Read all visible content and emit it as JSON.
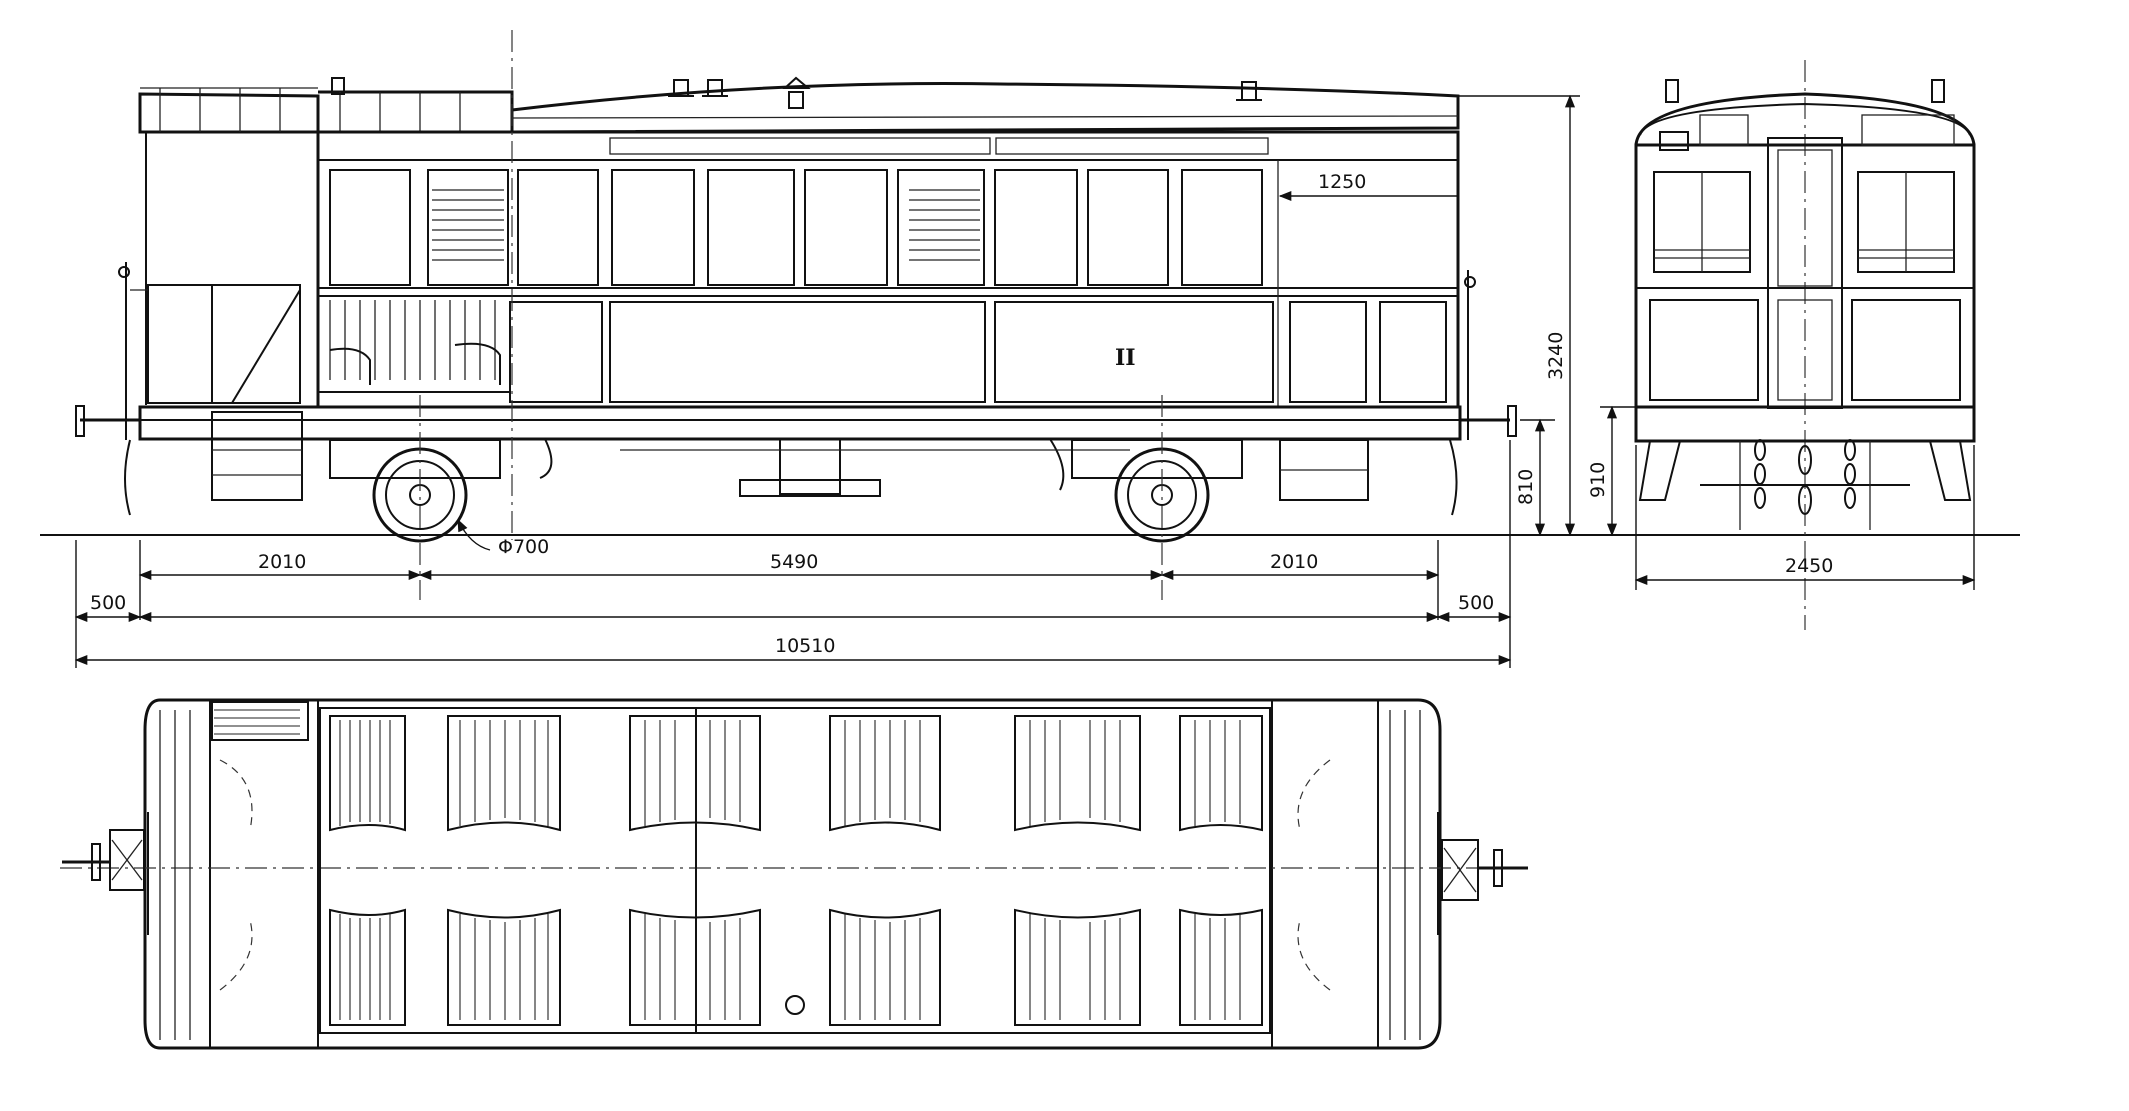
{
  "side_view": {
    "class_mark": "II",
    "dim_length_total": "10510",
    "dim_wheelbase": "5490",
    "dim_left_axle": "2010",
    "dim_right_axle": "2010",
    "dim_left_overhang": "500",
    "dim_right_overhang": "500",
    "dim_wheel_diameter": "Φ700",
    "dim_roof_overhang": "1250",
    "dim_height_total": "3240",
    "dim_buffer_height": "810"
  },
  "end_view": {
    "dim_width": "2450",
    "dim_floor_height": "910"
  }
}
